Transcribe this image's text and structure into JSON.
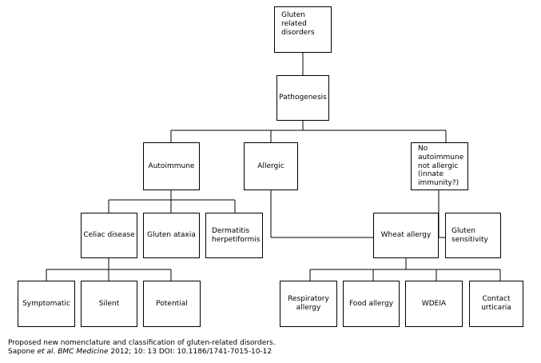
{
  "nodes": {
    "root": "Gluten related\ndisorders",
    "pathogenesis": "Pathogenesis",
    "autoimmune": "Autoimmune",
    "allergic": "Allergic",
    "non_autoimmune": "No\nautoimmune\nnot allergic\n(innate\nimmunity?)",
    "celiac": "Celiac disease",
    "gluten_ataxia": "Gluten ataxia",
    "dermatitis": "Dermatitis\nherpetiformis",
    "wheat_allergy": "Wheat allergy",
    "gluten_sensitivity": "Gluten\nsensitivity",
    "symptomatic": "Symptomatic",
    "silent": "Silent",
    "potential": "Potential",
    "respiratory": "Respiratory\nallergy",
    "food_allergy": "Food allergy",
    "wdeia": "WDEIA",
    "contact": "Contact\nurticaria"
  },
  "caption": {
    "line1": "Proposed new nomenclature and classification of gluten-related disorders.",
    "line2_author": "Sapone ",
    "line2_etal": "et al",
    "line2_dot": ". ",
    "line2_journal": "BMC Medicine",
    "line2_rest": " 2012; 10: 13 DOI: 10.1186/1741-7015-10-12"
  }
}
